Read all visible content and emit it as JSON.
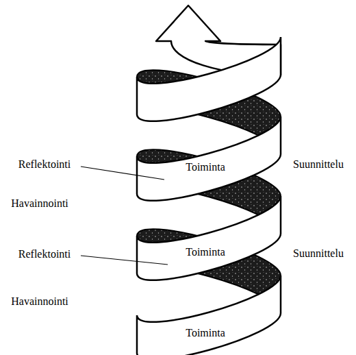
{
  "diagram": {
    "labels": [
      "Reflektointi",
      "Toiminta",
      "Suunnittelu",
      "Havainnointi",
      "Reflektointi",
      "Toiminta",
      "Suunnittelu",
      "Havainnointi",
      "Toiminta"
    ]
  }
}
